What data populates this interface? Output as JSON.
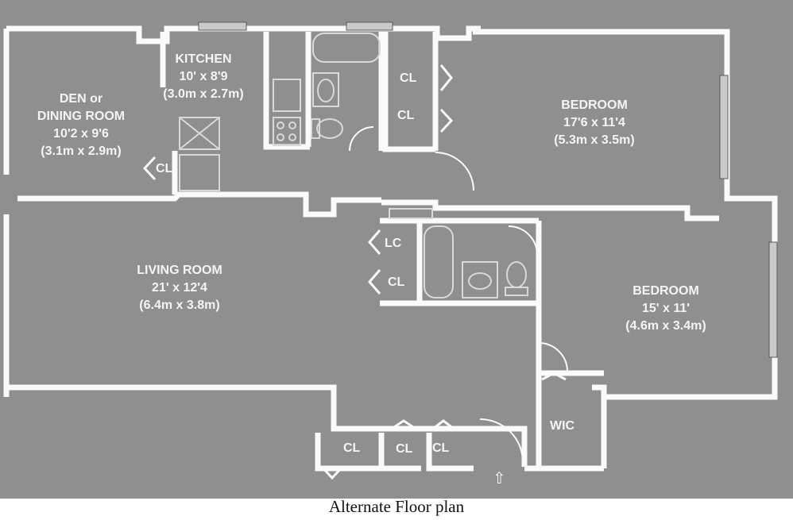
{
  "colors": {
    "fill": "#8f8f8f",
    "wall": "#fafafa",
    "fixture": "#d9d9d9"
  },
  "rooms": {
    "kitchen": {
      "name": "KITCHEN",
      "dim_imperial": "10' x 8'9",
      "dim_metric": "(3.0m x 2.7m)"
    },
    "den": {
      "name1": "DEN or",
      "name2": "DINING ROOM",
      "dim_imperial": "10'2 x 9'6",
      "dim_metric": "(3.1m x 2.9m)"
    },
    "bedroom1": {
      "name": "BEDROOM",
      "dim_imperial": "17'6 x 11'4",
      "dim_metric": "(5.3m x 3.5m)"
    },
    "living": {
      "name": "LIVING ROOM",
      "dim_imperial": "21' x 12'4",
      "dim_metric": "(6.4m x 3.8m)"
    },
    "bedroom2": {
      "name": "BEDROOM",
      "dim_imperial": "15' x 11'",
      "dim_metric": "(4.6m x 3.4m)"
    }
  },
  "closets": {
    "cl_top1": "CL",
    "cl_top2": "CL",
    "cl_den": "CL",
    "lc": "LC",
    "cl_bath": "CL",
    "wic": "WIC",
    "cl_bottom1": "CL",
    "cl_bottom2": "CL",
    "cl_bottom3": "CL"
  },
  "entry_icon": "up-arrow-icon",
  "caption": "Alternate Floor plan"
}
